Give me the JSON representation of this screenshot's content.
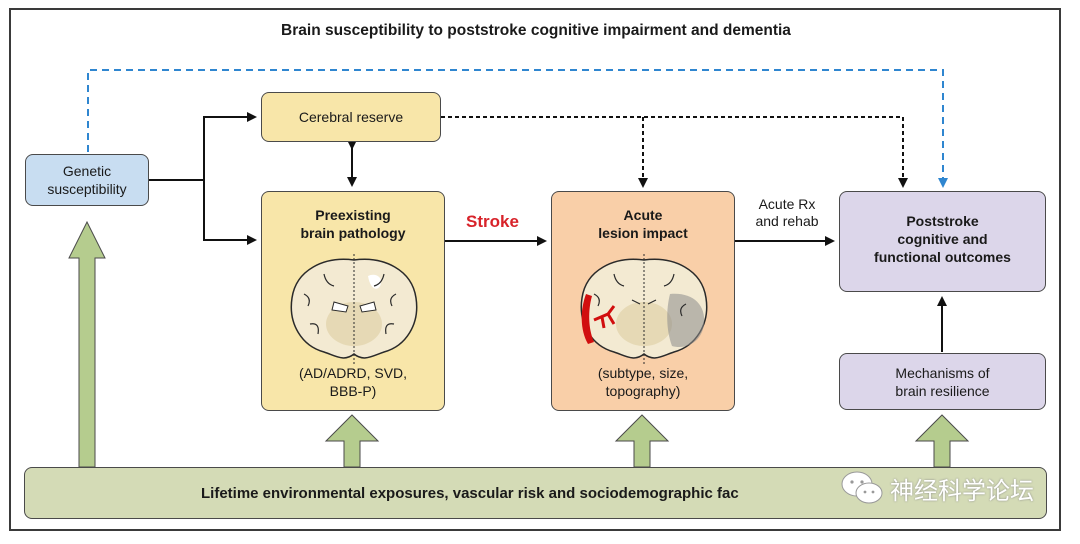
{
  "title": "Brain susceptibility to poststroke cognitive impairment and dementia",
  "nodes": {
    "genetic": {
      "line1": "Genetic",
      "line2": "susceptibility",
      "color": "#c8ddf1"
    },
    "reserve": {
      "label": "Cerebral reserve",
      "color": "#f8e6a9"
    },
    "preexisting": {
      "line1": "Preexisting",
      "line2": "brain pathology",
      "sub1": "(AD/ADRD, SVD,",
      "sub2": "BBB-P)",
      "color": "#f8e6a9"
    },
    "acute": {
      "line1": "Acute",
      "line2": "lesion impact",
      "sub1": "(subtype, size,",
      "sub2": "topography)",
      "color": "#f9cfa8"
    },
    "outcomes": {
      "line1": "Poststroke",
      "line2": "cognitive and",
      "line3": "functional outcomes",
      "color": "#dcd6ea"
    },
    "mechanisms": {
      "line1": "Mechanisms of",
      "line2": "brain resilience",
      "color": "#dcd6ea"
    },
    "lifetime": {
      "label": "Lifetime environmental exposures, vascular risk and sociodemographic fac",
      "color": "#d4dbb6"
    }
  },
  "edges": {
    "stroke_label": "Stroke",
    "stroke_color": "#d8232a",
    "rx_line1": "Acute Rx",
    "rx_line2": "and rehab",
    "genetic_dashed_color": "#2f86d0",
    "green_arrow_color": "#b5cc8e"
  },
  "watermark": {
    "text": "神经科学论坛",
    "icon": "wechat-icon"
  }
}
